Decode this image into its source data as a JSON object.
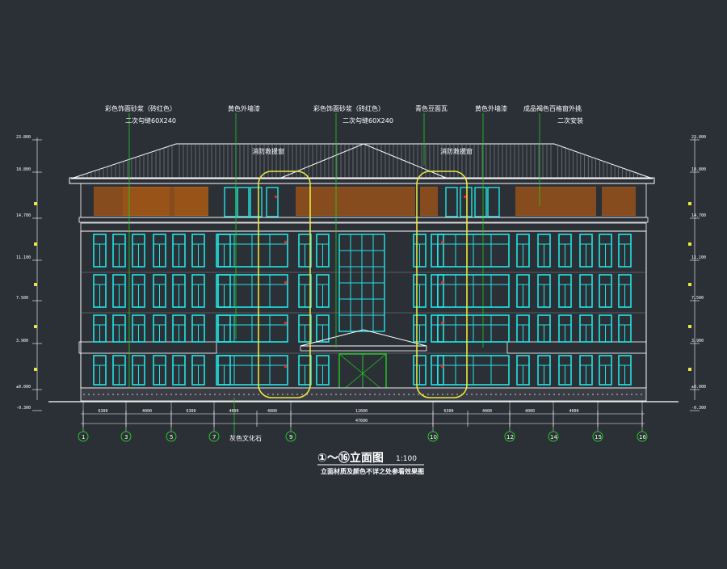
{
  "drawing": {
    "title": "①～⑯立面图",
    "scale": "1:100",
    "subtitle": "立面材质及颜色不详之处参看效果图"
  },
  "annotations": [
    {
      "text": "彩色饰面砂浆（砖红色）",
      "key": "a1"
    },
    {
      "text": "二次勾缝60X240",
      "key": "a1b"
    },
    {
      "text": "黄色外墙漆",
      "key": "a2"
    },
    {
      "text": "彩色饰面砂浆（砖红色）",
      "key": "a3"
    },
    {
      "text": "二次勾缝60X240",
      "key": "a3b"
    },
    {
      "text": "青色豆面瓦",
      "key": "a4"
    },
    {
      "text": "黄色外墙漆",
      "key": "a5"
    },
    {
      "text": "成品褐色百格窗外挑",
      "key": "a6"
    },
    {
      "text": "二次安装",
      "key": "a6b"
    },
    {
      "text": "消防救援窗",
      "key": "a7"
    },
    {
      "text": "消防救援窗",
      "key": "a8"
    },
    {
      "text": "灰色文化石",
      "key": "a9"
    }
  ],
  "axes": [
    "1",
    "3",
    "5",
    "7",
    "9",
    "10",
    "12",
    "14",
    "15",
    "16"
  ],
  "dimensions": [
    "6300",
    "4000",
    "6300",
    "4000",
    "4000",
    "12600",
    "6300",
    "4000",
    "4000",
    "4000",
    "47600"
  ],
  "elevations_left": [
    "23.800",
    "18.800",
    "14.700",
    "11.100",
    "7.500",
    "3.900",
    "±0.000",
    "-0.300"
  ],
  "elevations_right": [
    "23.800",
    "18.800",
    "14.700",
    "11.100",
    "7.500",
    "3.900",
    "±0.000",
    "-0.300"
  ],
  "colors": {
    "bg": "#2b2f36",
    "window": "#22e6e6",
    "leader": "#22cc22",
    "highlight": "#e8e840",
    "line": "#ffffff",
    "louver": "#b8651e"
  }
}
